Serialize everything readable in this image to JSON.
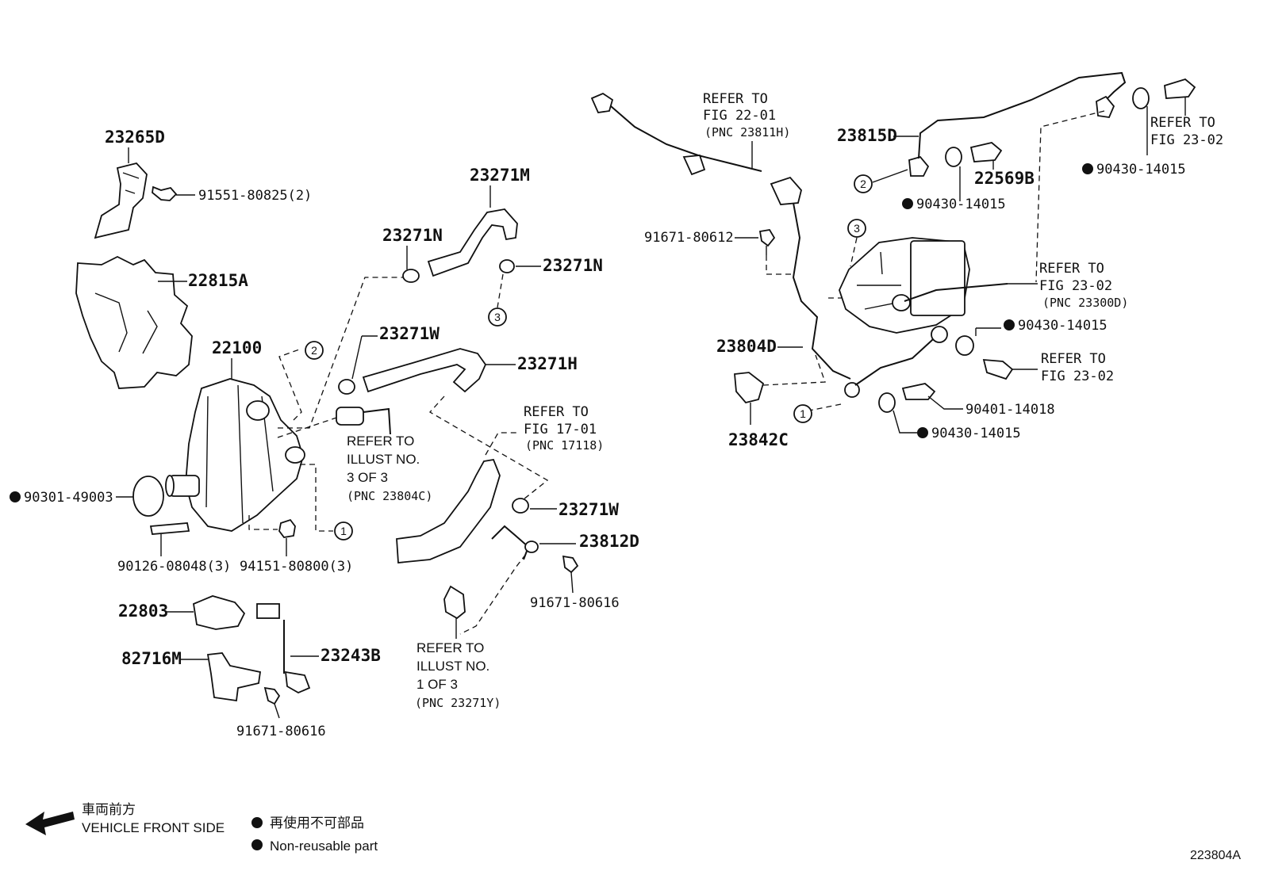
{
  "labels": {
    "p23265D": "23265D",
    "p91551": "91551-80825(2)",
    "p22815A": "22815A",
    "p22100": "22100",
    "p90301": "90301-49003",
    "p90126": "90126-08048(3)",
    "p94151": "94151-80800(3)",
    "p22803": "22803",
    "p82716M": "82716M",
    "p23243B": "23243B",
    "p91671a": "91671-80616",
    "p23271M": "23271M",
    "p23271N_a": "23271N",
    "p23271N_b": "23271N",
    "p23271W_a": "23271W",
    "p23271H": "23271H",
    "p23271W_b": "23271W",
    "p23812D": "23812D",
    "p91671b": "91671-80616",
    "p23815D": "23815D",
    "p22569B": "22569B",
    "p90430_a": "90430-14015",
    "p90430_b": "90430-14015",
    "p90430_c": "90430-14015",
    "p90430_d": "90430-14015",
    "p91671c": "91671-80612",
    "p23804D": "23804D",
    "p23842C": "23842C",
    "p90401": "90401-14018"
  },
  "refs": {
    "fig22_l1": "REFER TO",
    "fig22_l2": "FIG 22-01",
    "fig22_l3": "(PNC 23811H)",
    "fig2302a_l1": "REFER TO",
    "fig2302a_l2": "FIG 23-02",
    "fig2302b_l1": "REFER TO",
    "fig2302b_l2": "FIG 23-02",
    "fig2302b_l3": "(PNC 23300D)",
    "fig2302c_l1": "REFER TO",
    "fig2302c_l2": "FIG 23-02",
    "fig1701_l1": "REFER TO",
    "fig1701_l2": "FIG 17-01",
    "fig1701_l3": "(PNC 17118)",
    "ill3_l1": "REFER TO",
    "ill3_l2": "ILLUST NO.",
    "ill3_l3": "3 OF 3",
    "ill3_l4": "(PNC 23804C)",
    "ill1_l1": "REFER TO",
    "ill1_l2": "ILLUST NO.",
    "ill1_l3": "1 OF 3",
    "ill1_l4": "(PNC 23271Y)"
  },
  "circle_refs": {
    "c1_left": "1",
    "c2_left": "2",
    "c3_left": "3",
    "c1_right": "1",
    "c2_right": "2",
    "c3_right": "3"
  },
  "legend": {
    "front_jp": "車両前方",
    "front_en": "VEHICLE FRONT SIDE",
    "nonreuse_jp": "再使用不可部品",
    "nonreuse_en": "Non-reusable part"
  },
  "diagram_id": "223804A"
}
